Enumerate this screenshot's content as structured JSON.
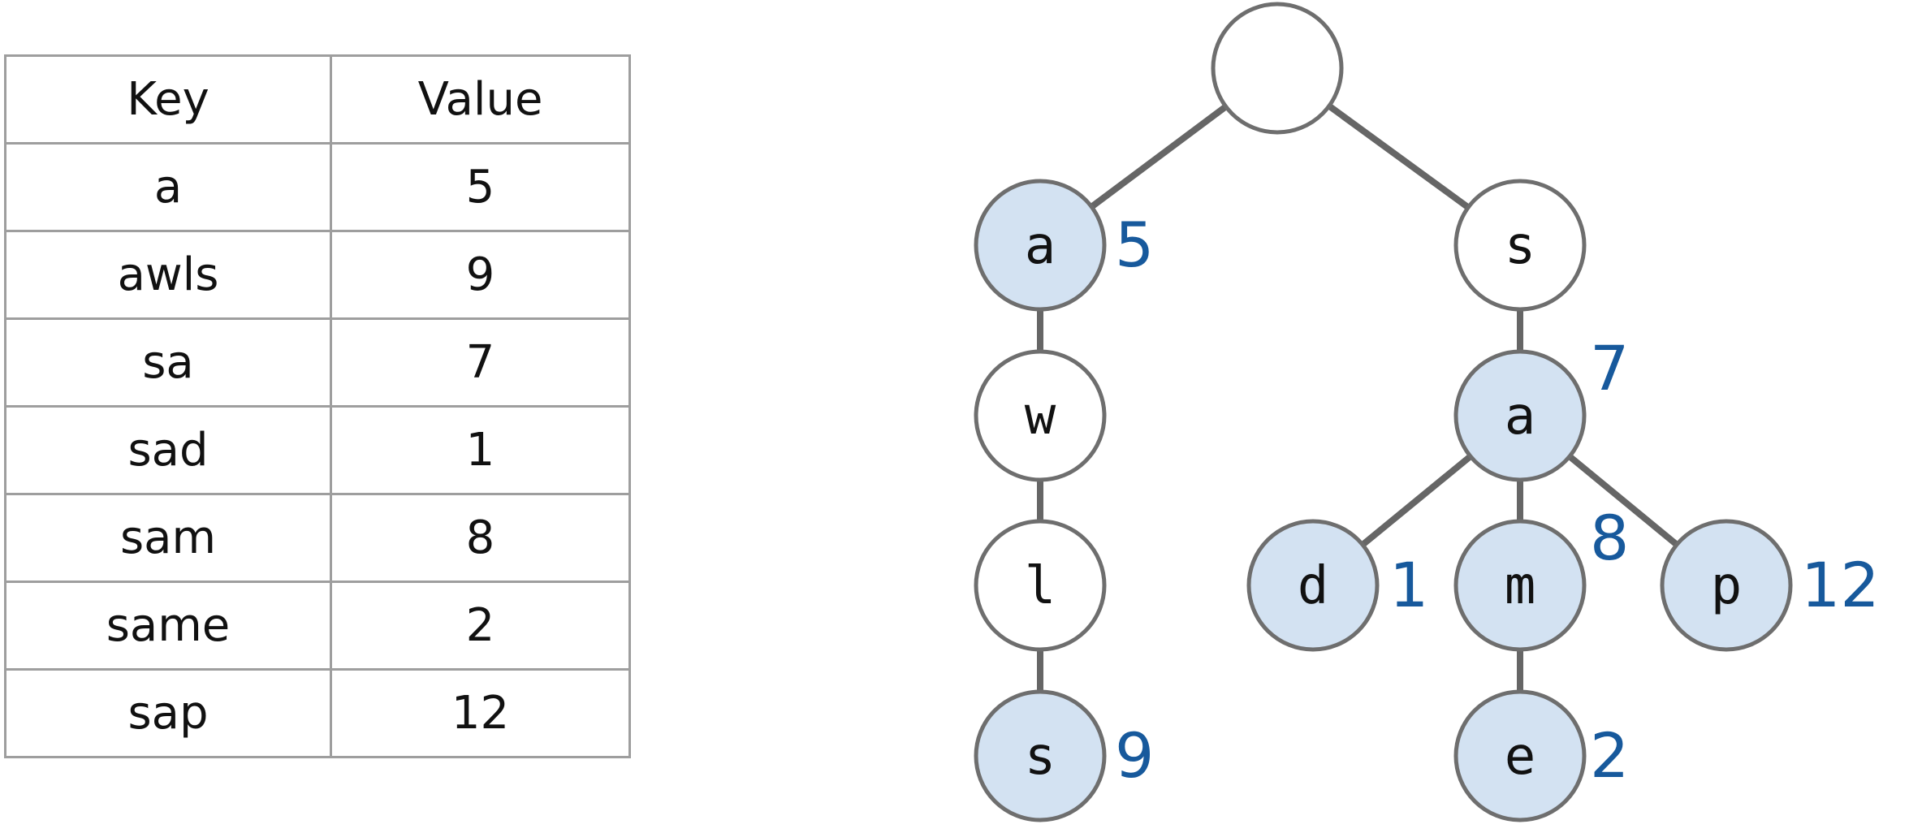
{
  "table": {
    "headers": [
      "Key",
      "Value"
    ],
    "rows": [
      {
        "key": "a",
        "value": "5"
      },
      {
        "key": "awls",
        "value": "9"
      },
      {
        "key": "sa",
        "value": "7"
      },
      {
        "key": "sad",
        "value": "1"
      },
      {
        "key": "sam",
        "value": "8"
      },
      {
        "key": "same",
        "value": "2"
      },
      {
        "key": "sap",
        "value": "12"
      }
    ]
  },
  "colors": {
    "value_node_fill": "#d3e2f2",
    "empty_node_fill": "#ffffff",
    "value_text": "#17599c",
    "edge": "#666666",
    "node_stroke": "#6e6e6e"
  },
  "trie": {
    "nodes": [
      {
        "id": "root",
        "label": "",
        "value": null
      },
      {
        "id": "a",
        "label": "a",
        "value": "5"
      },
      {
        "id": "aw",
        "label": "w",
        "value": null
      },
      {
        "id": "awl",
        "label": "l",
        "value": null
      },
      {
        "id": "awls",
        "label": "s",
        "value": "9"
      },
      {
        "id": "s",
        "label": "s",
        "value": null
      },
      {
        "id": "sa",
        "label": "a",
        "value": "7"
      },
      {
        "id": "sad",
        "label": "d",
        "value": "1"
      },
      {
        "id": "sam",
        "label": "m",
        "value": "8"
      },
      {
        "id": "same",
        "label": "e",
        "value": "2"
      },
      {
        "id": "sap",
        "label": "p",
        "value": "12"
      }
    ],
    "edges": [
      [
        "root",
        "a"
      ],
      [
        "root",
        "s"
      ],
      [
        "a",
        "aw"
      ],
      [
        "aw",
        "awl"
      ],
      [
        "awl",
        "awls"
      ],
      [
        "s",
        "sa"
      ],
      [
        "sa",
        "sad"
      ],
      [
        "sa",
        "sam"
      ],
      [
        "sa",
        "sap"
      ],
      [
        "sam",
        "same"
      ]
    ]
  }
}
